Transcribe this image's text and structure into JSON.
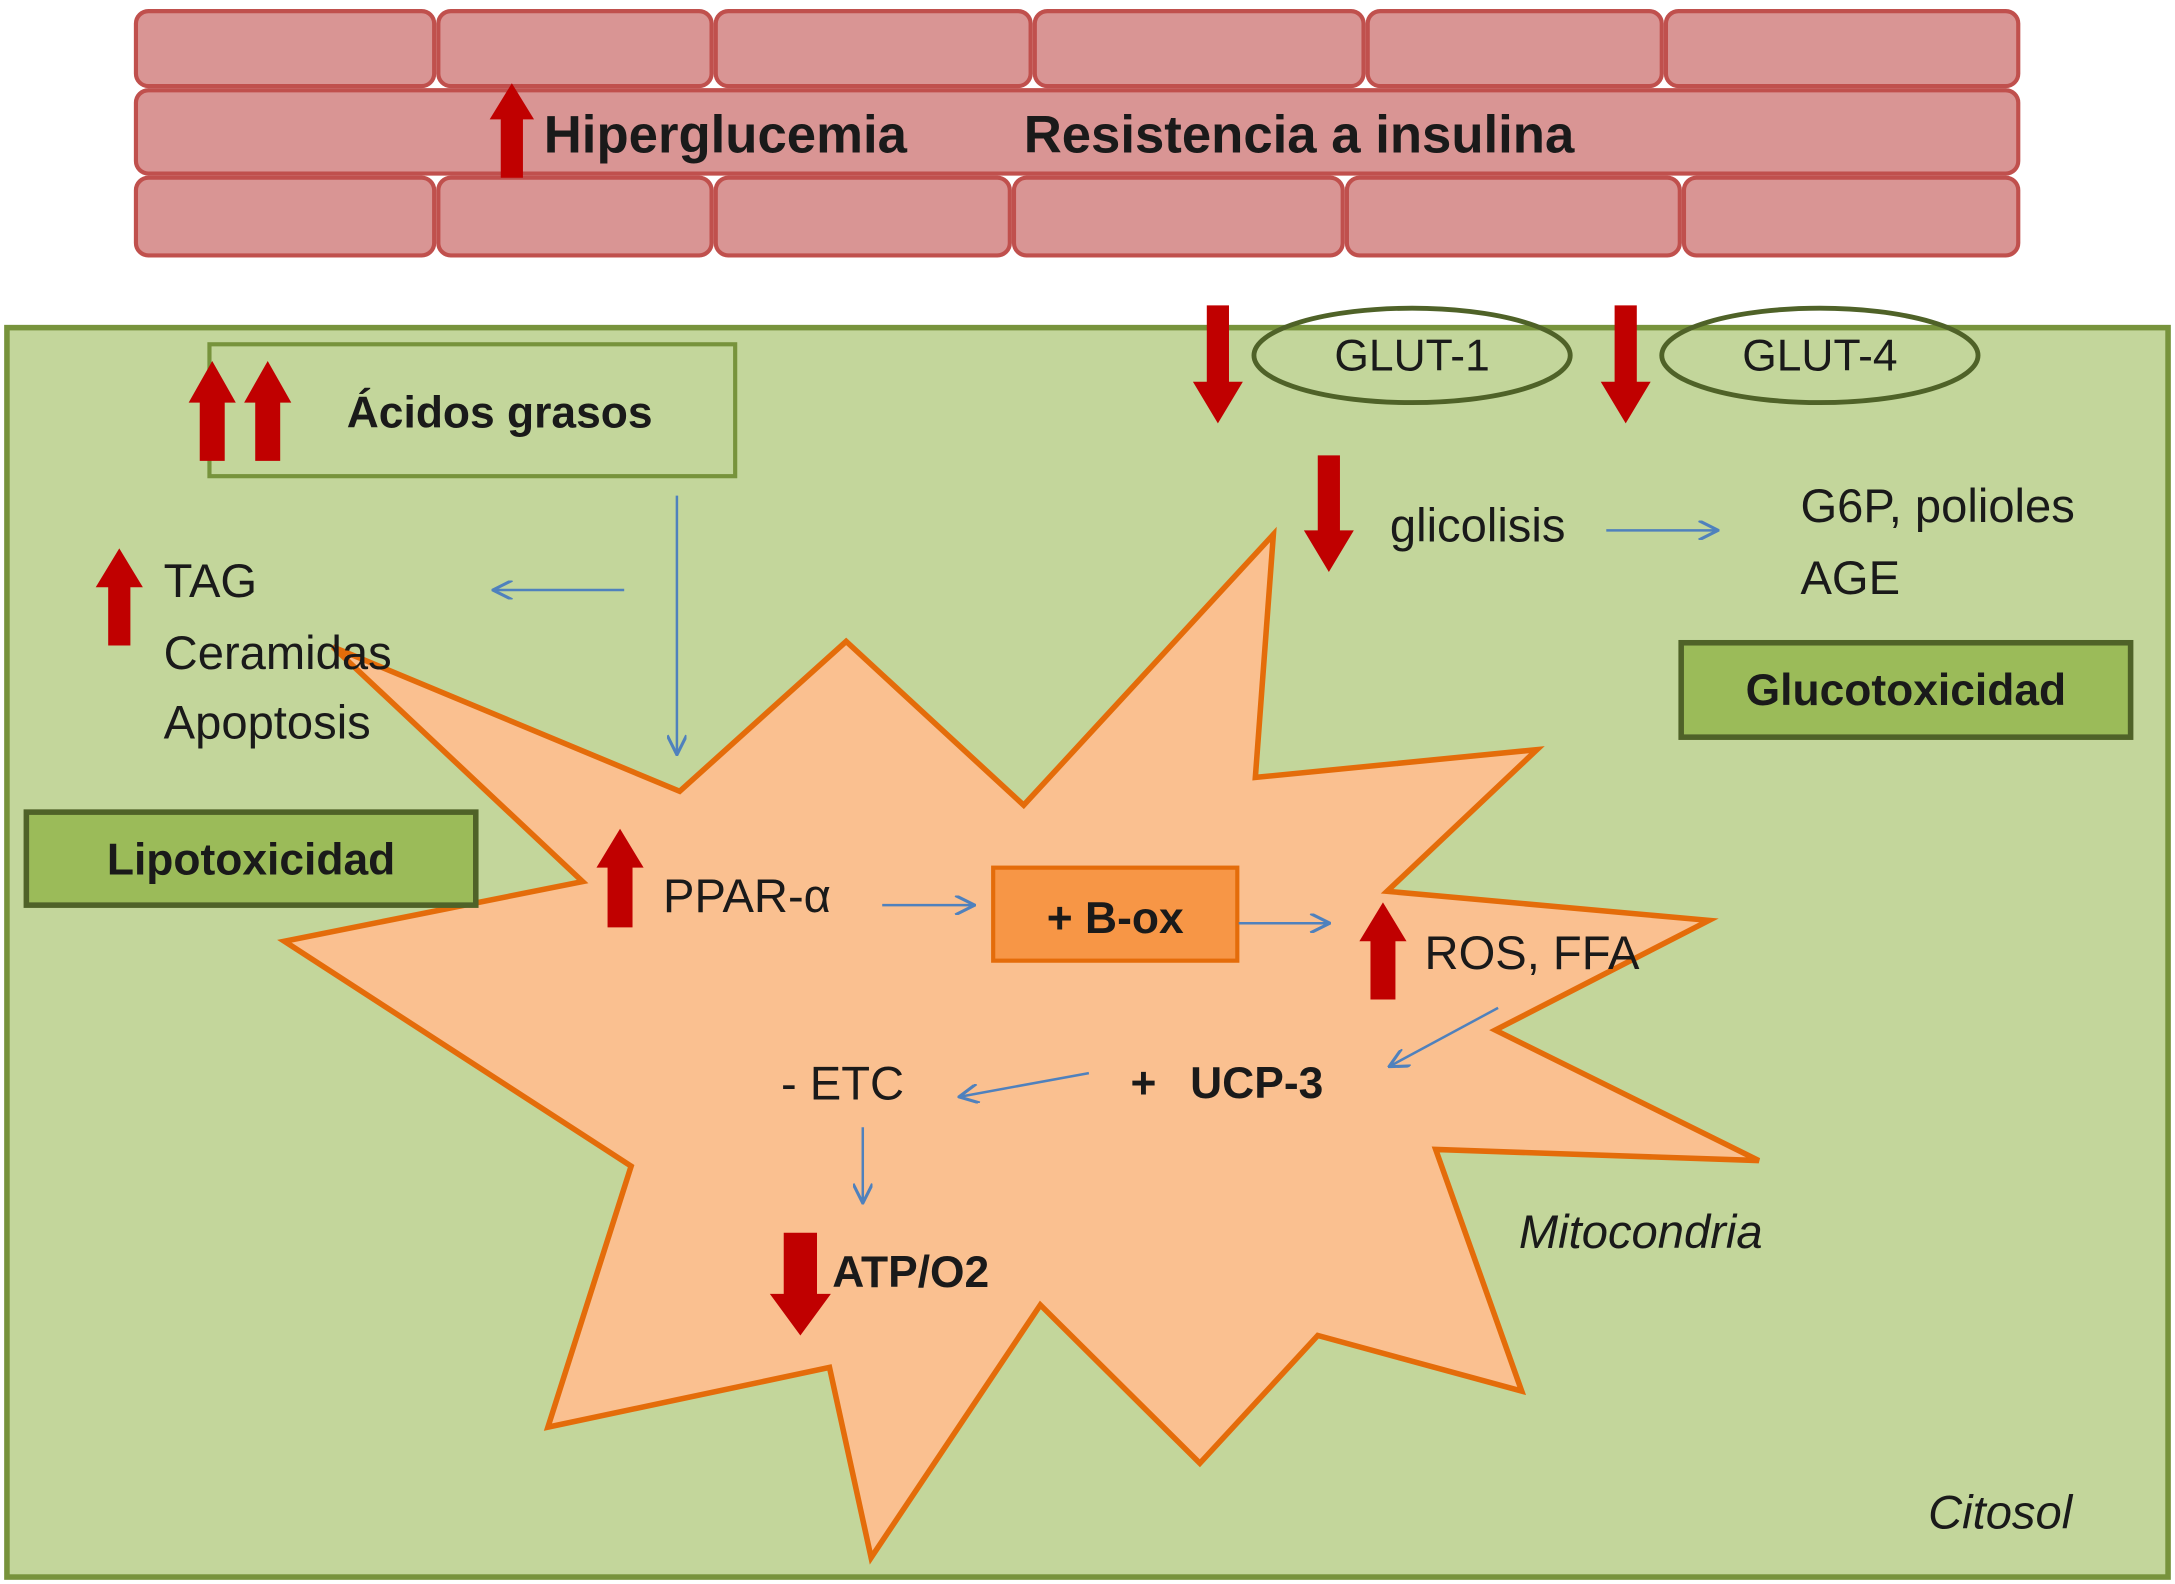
{
  "header": {
    "hyperglycemia": "Hiperglucemia",
    "insulin_resistance": "Resistencia a insulina"
  },
  "transporters": [
    {
      "label": "GLUT-1"
    },
    {
      "label": "GLUT-4"
    }
  ],
  "fatty_acids": "Ácidos grasos",
  "lipid_outcomes": [
    "TAG",
    "Ceramidas",
    "Apoptosis"
  ],
  "lipotoxicity": "Lipotoxicidad",
  "glycolysis": "glicolisis",
  "glycolysis_products": [
    "G6P, polioles",
    "AGE"
  ],
  "glucotoxicity": "Glucotoxicidad",
  "mitochondria": {
    "ppar": "PPAR-α",
    "beta_ox": "+ B-ox",
    "ros": "ROS, FFA",
    "ucp_sign": "+",
    "ucp": "UCP-3",
    "etc": "- ETC",
    "atp": "ATP/O2",
    "label": "Mitocondria"
  },
  "cytosol_label": "Citosol",
  "colors": {
    "brick_fill": "#d99594",
    "brick_stroke": "#c0504d",
    "cytosol_fill": "#c3d69b",
    "cytosol_stroke": "#77933c",
    "label_box_fill": "#9bbb59",
    "label_box_stroke": "#4f6228",
    "mito_fill": "#fac090",
    "mito_stroke": "#e46c0a",
    "box_fill": "#f79646",
    "change_arrow": "#c00000",
    "flow_arrow": "#4f81bd"
  }
}
